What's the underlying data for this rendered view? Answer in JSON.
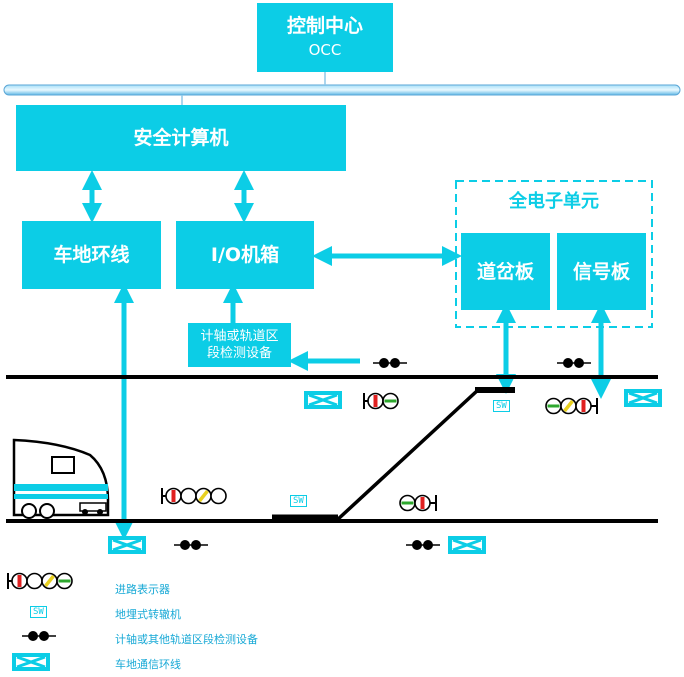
{
  "colors": {
    "accent": "#0ccde6",
    "track": "#000000",
    "legend_text": "#18a9d6"
  },
  "occ": {
    "title": "控制中心",
    "subtitle": "OCC"
  },
  "safety_computer": {
    "label": "安全计算机"
  },
  "ground_loop": {
    "label": "车地环线"
  },
  "io_box": {
    "label": "I/O机箱"
  },
  "electronic_unit": {
    "title": "全电子单元",
    "switch_board": "道岔板",
    "signal_board": "信号板"
  },
  "axle_counter_box": {
    "line1": "计轴或轨道区",
    "line2": "段检测设备"
  },
  "track_labels": {
    "sw_upper": "SW",
    "sw_lower": "SW"
  },
  "legend": [
    {
      "icon": "route-indicator-icon",
      "text": "进路表示器"
    },
    {
      "icon": "switch-machine-icon",
      "text": "地埋式转辙机"
    },
    {
      "icon": "axle-counter-icon",
      "text": "计轴或其他轨道区段检测设备"
    },
    {
      "icon": "loop-antenna-icon",
      "text": "车地通信环线"
    }
  ],
  "legend_sw": "SW"
}
